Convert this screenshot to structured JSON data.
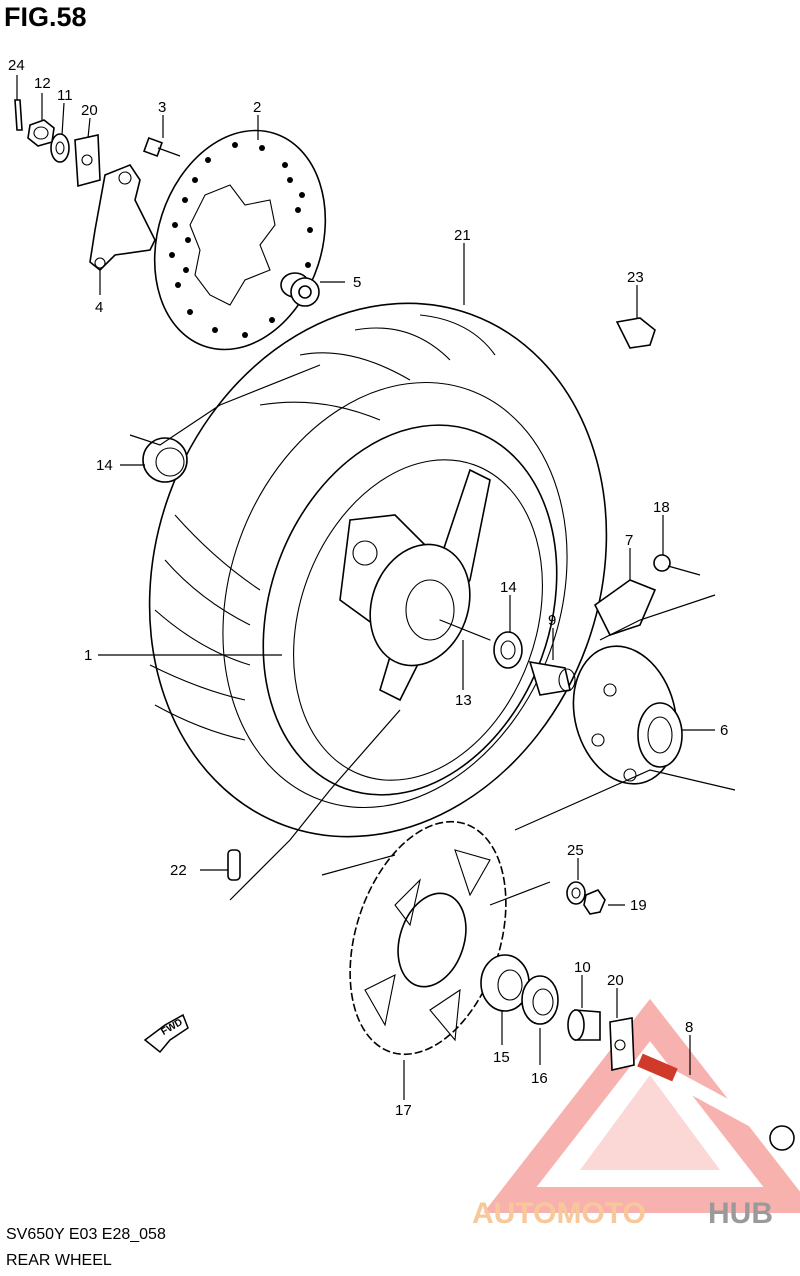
{
  "figure": {
    "title": "FIG.58",
    "code": "SV650Y E03 E28_058",
    "caption": "REAR WHEEL"
  },
  "direction_tag": "FWD",
  "part_labels": [
    {
      "id": "24",
      "text": "24"
    },
    {
      "id": "12",
      "text": "12"
    },
    {
      "id": "11",
      "text": "11"
    },
    {
      "id": "20a",
      "text": "20"
    },
    {
      "id": "3",
      "text": "3"
    },
    {
      "id": "2",
      "text": "2"
    },
    {
      "id": "4",
      "text": "4"
    },
    {
      "id": "5",
      "text": "5"
    },
    {
      "id": "21",
      "text": "21"
    },
    {
      "id": "23",
      "text": "23"
    },
    {
      "id": "14a",
      "text": "14"
    },
    {
      "id": "18",
      "text": "18"
    },
    {
      "id": "7",
      "text": "7"
    },
    {
      "id": "14b",
      "text": "14"
    },
    {
      "id": "9",
      "text": "9"
    },
    {
      "id": "1",
      "text": "1"
    },
    {
      "id": "13",
      "text": "13"
    },
    {
      "id": "6",
      "text": "6"
    },
    {
      "id": "22",
      "text": "22"
    },
    {
      "id": "25",
      "text": "25"
    },
    {
      "id": "19",
      "text": "19"
    },
    {
      "id": "10",
      "text": "10"
    },
    {
      "id": "20b",
      "text": "20"
    },
    {
      "id": "8",
      "text": "8"
    },
    {
      "id": "15",
      "text": "15"
    },
    {
      "id": "16",
      "text": "16"
    },
    {
      "id": "17",
      "text": "17"
    }
  ],
  "watermark": {
    "word1": "AUTOMOTO",
    "word2": "HUB",
    "color_primary": "#f6a4a0",
    "color_accent": "#f8c79a",
    "color_dark": "#9a9a9a"
  }
}
